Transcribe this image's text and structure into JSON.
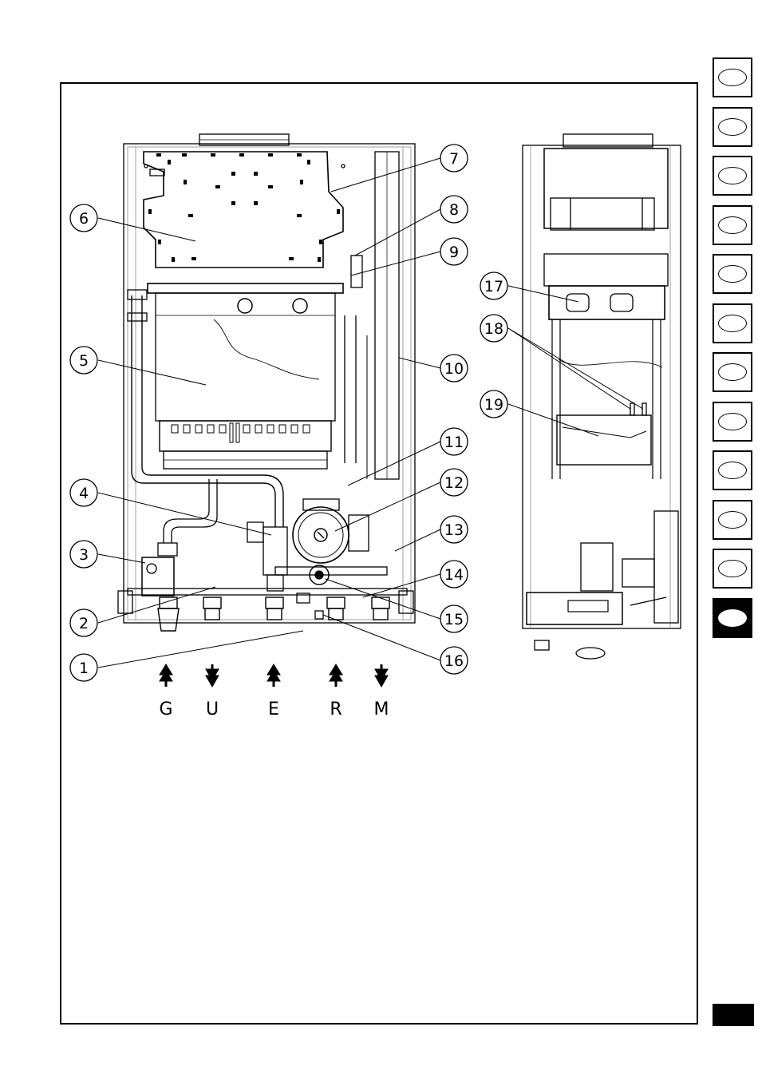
{
  "callouts": {
    "c1": "1",
    "c2": "2",
    "c3": "3",
    "c4": "4",
    "c5": "5",
    "c6": "6",
    "c7": "7",
    "c8": "8",
    "c9": "9",
    "c10": "10",
    "c11": "11",
    "c12": "12",
    "c13": "13",
    "c14": "14",
    "c15": "15",
    "c16": "16",
    "c17": "17",
    "c18": "18",
    "c19": "19"
  },
  "connections": [
    "G",
    "U",
    "E",
    "R",
    "M"
  ],
  "language_tabs": {
    "count": 12,
    "active_index": 11
  },
  "colors": {
    "line": "#000000",
    "background": "#ffffff",
    "light_line": "#888888"
  }
}
